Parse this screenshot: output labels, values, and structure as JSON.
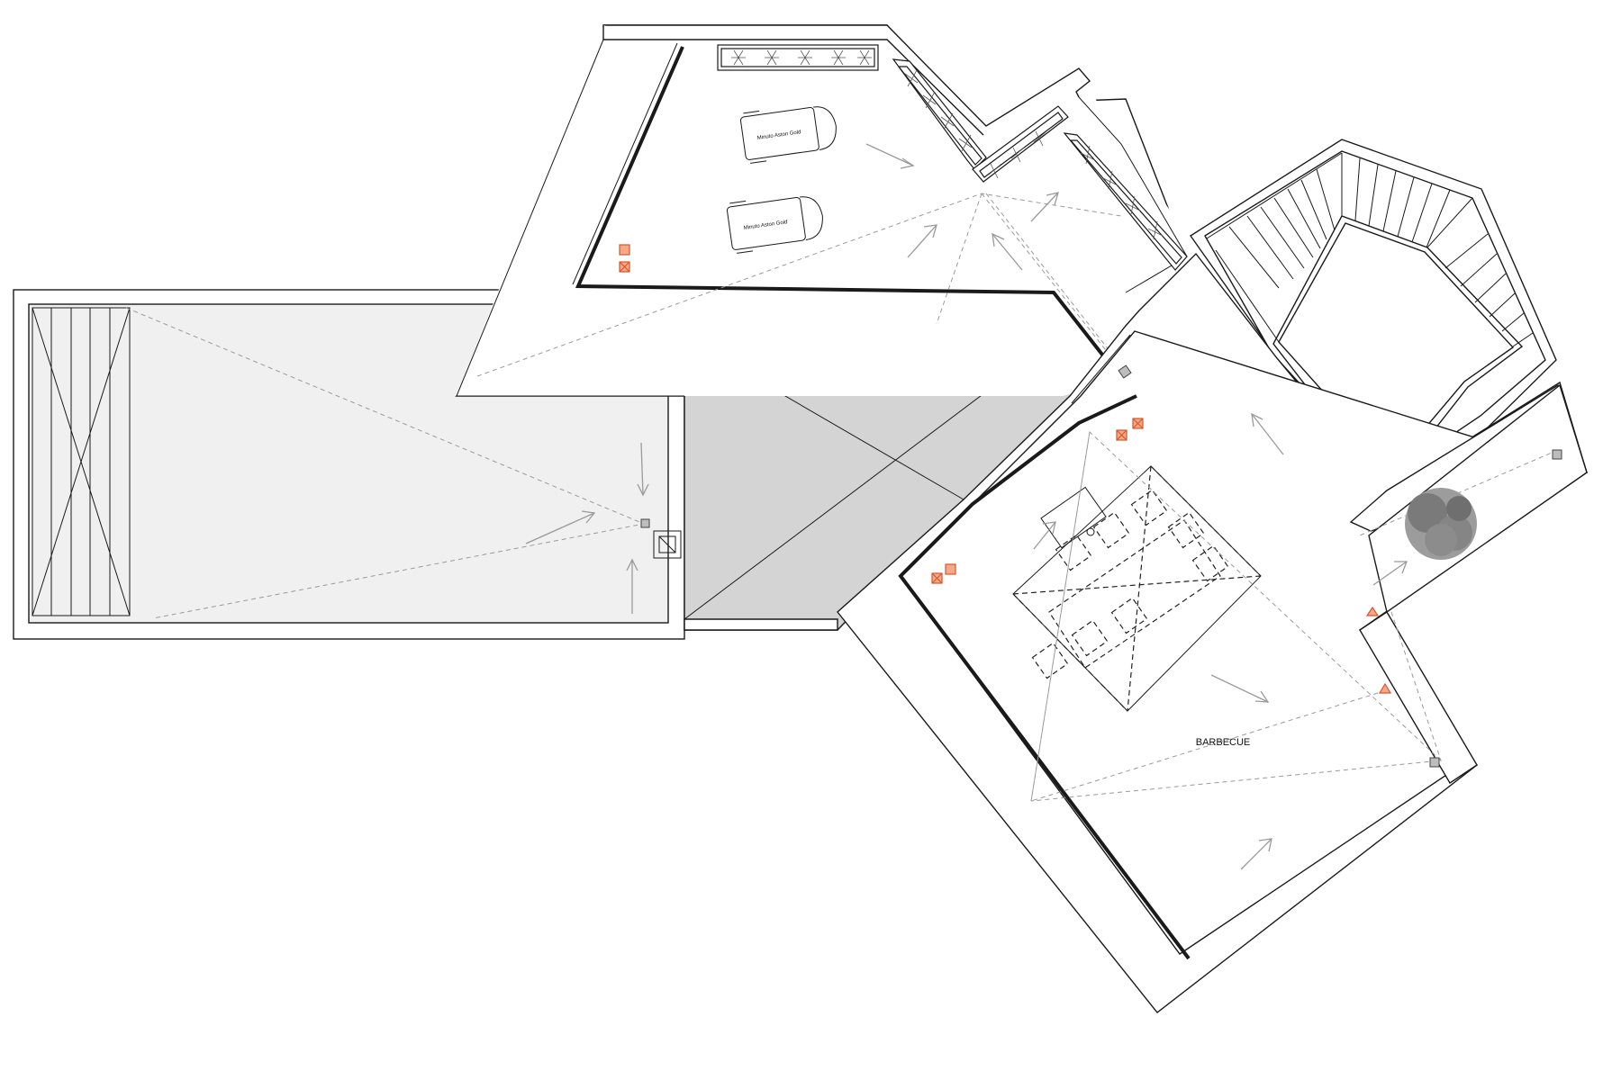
{
  "labels": {
    "barbecue": "BARBECUE",
    "car_1": "Minuto Aston Gold",
    "car_2": "Minuto Aston Gold"
  },
  "colors": {
    "background": "#ffffff",
    "wall": "#1a1a1a",
    "roof_fill": "#d4d4d4",
    "terrace_fill": "#f0f0f0",
    "drain_marker": "#d9562a",
    "flow_arrow": "#9a9a9a"
  },
  "icons": [
    "tree-icon",
    "drain-icon",
    "planter-icon",
    "stair-icon",
    "car-icon",
    "table-icon",
    "skylight-icon"
  ]
}
